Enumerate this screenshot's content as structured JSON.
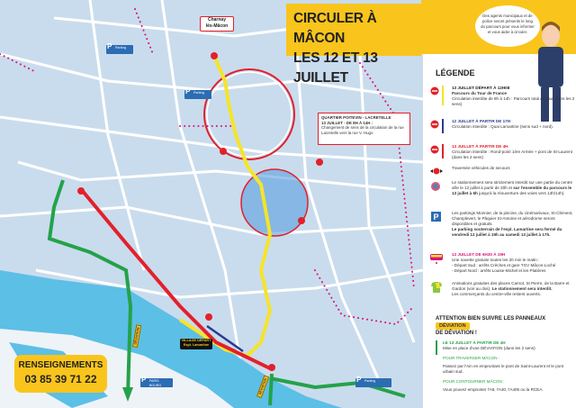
{
  "header": {
    "title_line1": "CIRCULER À MÂCON",
    "title_line2": "LES 12 ET 13 JUILLET"
  },
  "bubble": "Des agents municipaux et de police seront présents le long du parcours pour vous informer et vous aider à circuler.",
  "legend": {
    "title": "LÉGENDE",
    "tour": {
      "heading": "13 JUILLET DÉPART À 12H08",
      "subheading": "Parcours du Tour de France",
      "text": "Circulation interdite de 8h à 14h : Parcours total du tour (dans les 2 sens)",
      "color": "#f5e42a"
    },
    "quai": {
      "heading": "12 JUILLET À PARTIR DE 17H",
      "text": "Circulation interdite : Quai Lamartine (sens sud + nord).",
      "color": "#2c3b8f"
    },
    "rondpoint": {
      "heading": "13 JUILLET À PARTIR DE 4H",
      "text": "Circulation interdite : Rond-point 1ère Armée + pont de St-Laurent (dans les 2 sens)",
      "color": "#e3202a"
    },
    "secours": {
      "text": "Traversée véhicules de secours"
    },
    "stationnement": {
      "text": "Le stationnement sera strictement interdit sur une partie du centre ville le 12 juillet à partir de 20h et",
      "bold": "sur l'ensemble du parcours le 13 juillet à 6h",
      "text2": "jusqu'à la réouverture des voies vers 13h/14h)."
    },
    "parkings": {
      "text": "Les parkings Monnier, de la piscine, du cinémarivaux, St-Clément, Champlevert, le Pâquier St-Antoine et aérodrome seront disponibles et gratuits.",
      "bold": "Le parking souterrain de l'espl. Lamartine sera fermé du vendredi 12 juillet à 19h au samedi 13 juillet à 17h."
    },
    "navette": {
      "heading": "13 JUILLET DE 6H30 À 19H",
      "text": "Une navette gratuite toutes les 20 min le matin :",
      "line1": "- Départ Sud : arrêts Crèches et gare TGV Mâcon-Loché",
      "line2": "- Départ Nord : arrêts Louise-Michel et les Platières",
      "color": "#d6197c"
    },
    "animations": {
      "text": "Animations gratuites des places Carnot, St Pierre, de la Barre et Gardon (voir au dos).",
      "bold": "Le stationnement sera interdit.",
      "text2": "Les commerçants du centre-ville restent ouverts."
    }
  },
  "deviation": {
    "attention": "ATTENTION BIEN SUIVRE LES PANNEAUX",
    "badge": "DÉVIATION",
    "attention2": "DE DÉVIATION !",
    "heading": "LE 13 JUILLET À PARTIR DE 4H",
    "text": "Mise en place d'une DÉVIATION (dans les 2 sens)",
    "traverser_title": "POUR TRAVERSER MÂCON :",
    "traverser_text": "Passez par l'Ain en empruntant le pont de Saint-Laurent et le pont urbain sud.",
    "contourner_title": "POUR CONTOURNER MÂCON :",
    "contourner_text": "Vous pouvez emprunter l'A6, l'A40, l'A406 ou la RCEA.",
    "color": "#24a249"
  },
  "map": {
    "charnay_line1": "Charnay",
    "charnay_line2": "lès-Mâcon",
    "quartier_title": "QUARTIER POITEVIN - LACRETELLE",
    "quartier_heading": "13 JUILLET - DE 8H À 14H :",
    "quartier_text": "Changement de sens de la circulation de la rue Lacretelle vers la rue V. Hugo",
    "village_line1": "VILLAGE DÉPART",
    "village_line2": "Espl. Lamartine",
    "deviation_sign": "DÉVIATION",
    "paris_bourg": "PARIS BOURG",
    "parking": "Parking"
  },
  "renseignements": {
    "title": "RENSEIGNEMENTS",
    "phone": "03 85 39 71 22"
  }
}
